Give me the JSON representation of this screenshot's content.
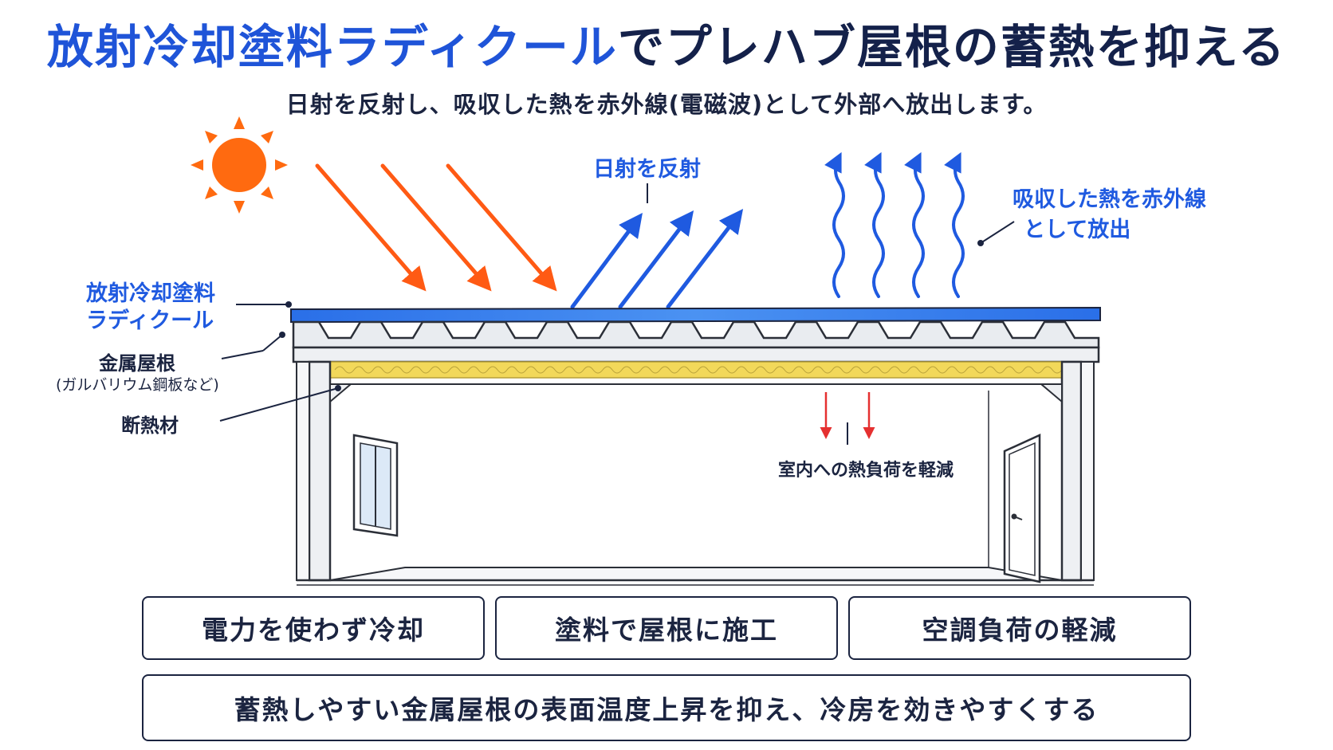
{
  "title": {
    "part_blue": "放射冷却塗料ラディクール",
    "part_navy": "でプレハブ屋根の蓄熱を抑える"
  },
  "subtitle": "日射を反射し、吸収した熱を赤外線(電磁波)として外部へ放出します。",
  "labels": {
    "reflect": "日射を反射",
    "infrared_line1": "吸収した熱を赤外線",
    "infrared_line2": "として放出",
    "coating_line1": "放射冷却塗料",
    "coating_line2": "ラディクール",
    "metal_roof": "金属屋根",
    "metal_roof_note": "(ガルバリウム鋼板など)",
    "insulation": "断熱材",
    "indoor_load": "室内への熱負荷を軽減"
  },
  "features": [
    "電力を使わず冷却",
    "塗料で屋根に施工",
    "空調負荷の軽減"
  ],
  "summary": "蓄熱しやすい金属屋根の表面温度上昇を抑え、冷房を効きやすくする",
  "colors": {
    "brand_blue": "#1f54d8",
    "navy": "#14214a",
    "sun": "#ff6a10",
    "sunlight_arrow": "#ff5a14",
    "reflect_arrow": "#1f5ae0",
    "heat_arrow": "#e53030",
    "insulation": "#f2d85a"
  },
  "icons": [
    "sun-icon",
    "window-icon",
    "door-icon"
  ]
}
